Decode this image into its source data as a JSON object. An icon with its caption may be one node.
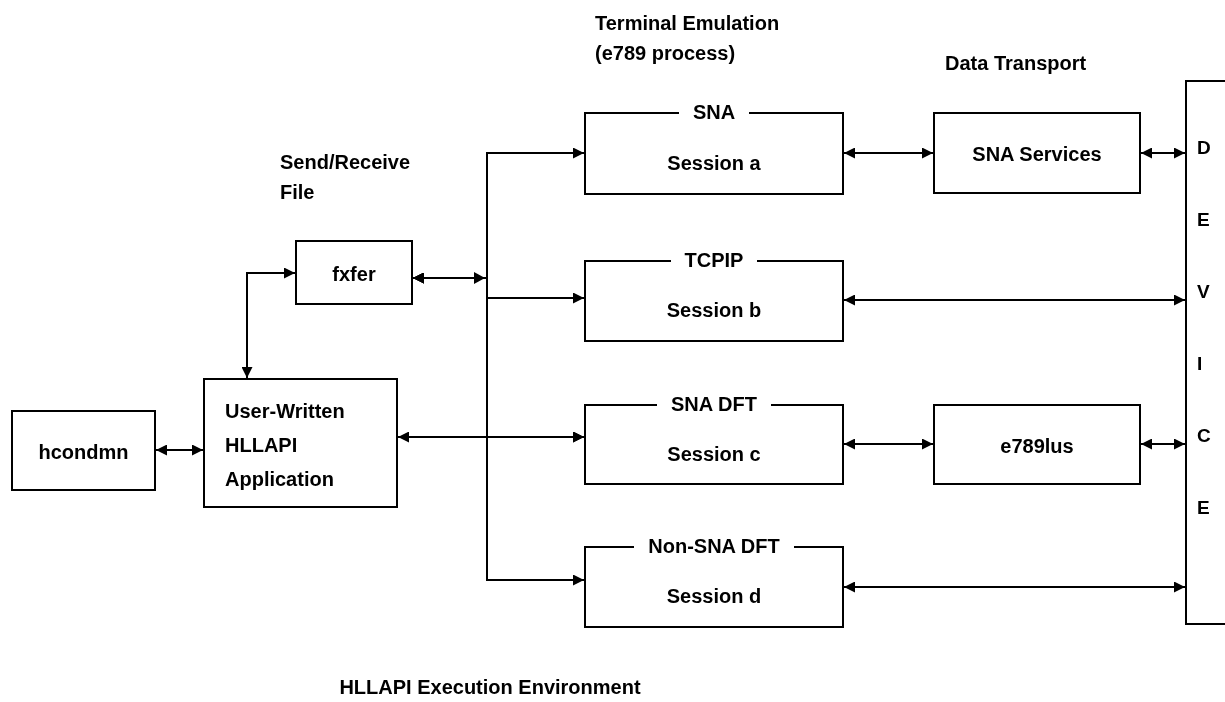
{
  "diagram": {
    "caption": "HLLAPI Execution Environment",
    "nodes": [
      {
        "text": [
          "hcondmn"
        ]
      },
      {
        "text": [
          "User-Written HLLAPI Application"
        ]
      },
      {
        "text": [
          "fxfer"
        ]
      },
      {
        "text": [
          "SNA",
          "Session a"
        ]
      },
      {
        "text": [
          "TCPIP",
          "Session b"
        ]
      },
      {
        "text": [
          "SNA DFT",
          "Session c"
        ]
      },
      {
        "text": [
          "Non-SNA DFT",
          "Session d"
        ]
      },
      {
        "text": [
          "SNA Services"
        ]
      },
      {
        "text": [
          "e789lus"
        ]
      },
      {
        "text": [
          "DEVICE"
        ]
      }
    ],
    "edges": [
      {
        "from": 0,
        "to": 1,
        "arrow": "both"
      },
      {
        "from": 1,
        "to": 2,
        "arrow": "both"
      },
      {
        "from": 2,
        "to": 3,
        "arrow": "both"
      },
      {
        "from": 2,
        "to": 4,
        "arrow": "both"
      },
      {
        "from": 2,
        "to": 5,
        "arrow": "both"
      },
      {
        "from": 2,
        "to": 6,
        "arrow": "both"
      },
      {
        "from": 1,
        "to": 5,
        "arrow": "both"
      },
      {
        "from": 3,
        "to": 7,
        "arrow": "both"
      },
      {
        "from": 7,
        "to": 9,
        "arrow": "both"
      },
      {
        "from": 4,
        "to": 9,
        "arrow": "both"
      },
      {
        "from": 5,
        "to": 8,
        "arrow": "both"
      },
      {
        "from": 8,
        "to": 9,
        "arrow": "both"
      },
      {
        "from": 6,
        "to": 9,
        "arrow": "both"
      }
    ],
    "labels": [
      "Terminal Emulation (e789 process)",
      "Data Transport",
      "Send/Receive File"
    ]
  }
}
